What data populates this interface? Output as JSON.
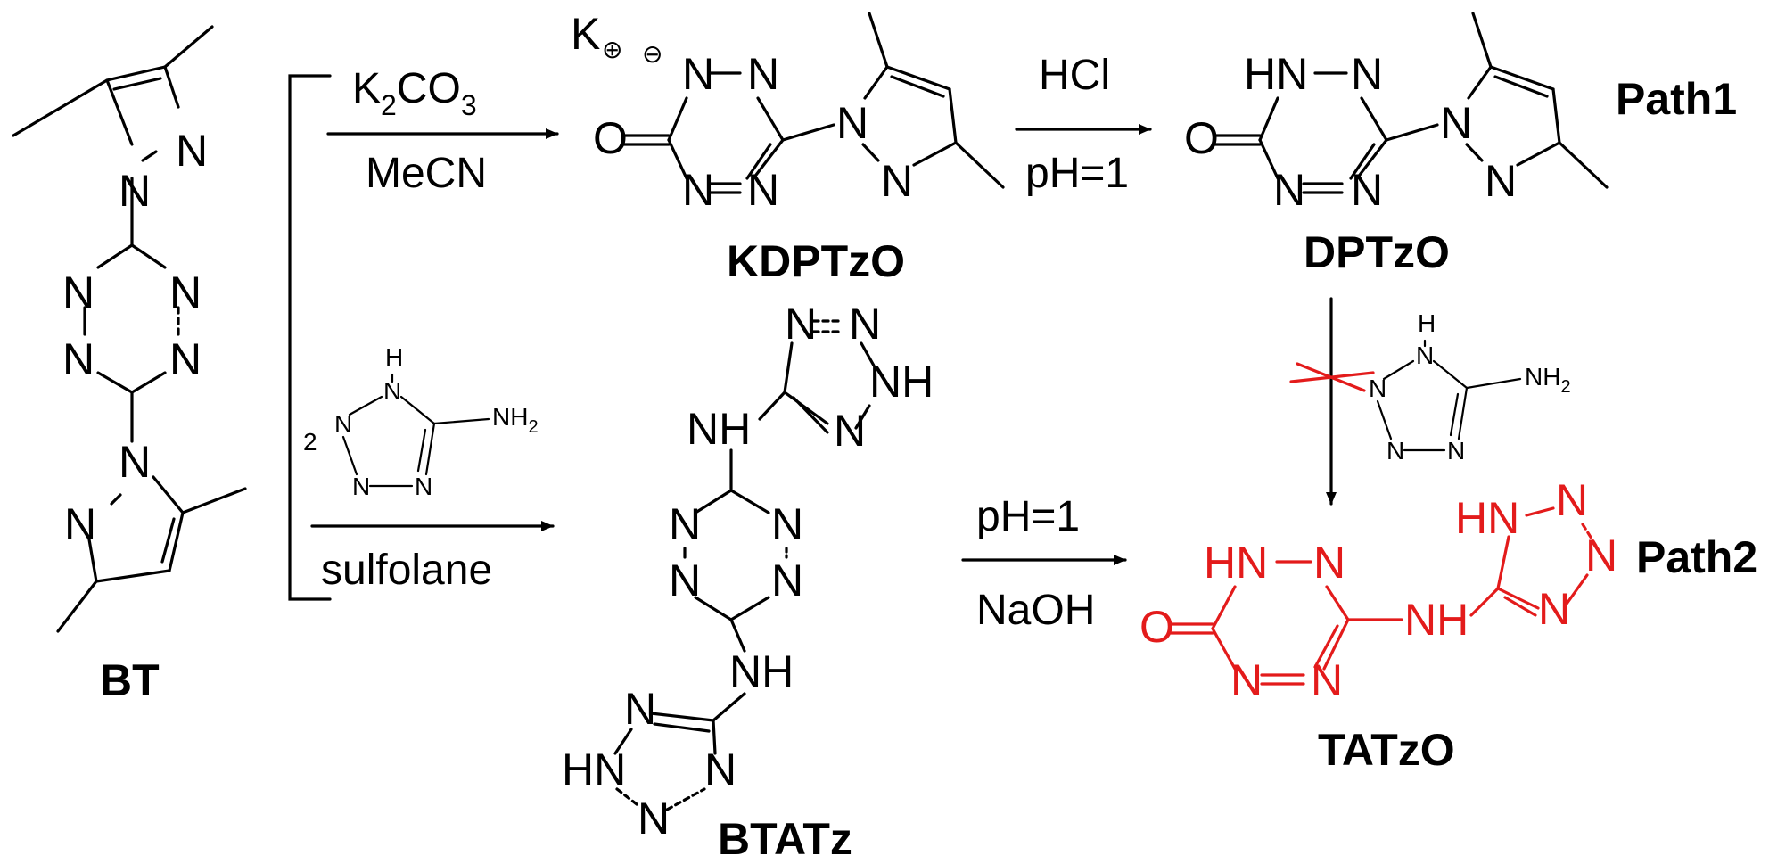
{
  "compounds": {
    "bt": "BT",
    "kdptzo": "KDPTzO",
    "dptzo": "DPTzO",
    "btatz": "BTATz",
    "tatzo": "TATzO"
  },
  "reagents": {
    "k2co3_pre": "K",
    "k2co3_sub": "2",
    "k2co3_post": "CO",
    "k2co3_sub2": "3",
    "mecn": "MeCN",
    "hcl": "HCl",
    "ph1_top": "pH=1",
    "aminotetrazole_eq": "2",
    "sulfolane": "sulfolane",
    "ph1_bottom": "pH=1",
    "naoh": "NaOH"
  },
  "paths": {
    "path1": "Path1",
    "path2": "Path2"
  },
  "atoms": {
    "n": "N",
    "o": "O",
    "k": "K",
    "h": "H",
    "nh": "NH",
    "hn": "HN",
    "nh2": "NH",
    "nh2_sub": "2",
    "plus": "⊕",
    "minus": "⊖"
  },
  "colors": {
    "product": "#e31b1b",
    "default": "#000000"
  }
}
